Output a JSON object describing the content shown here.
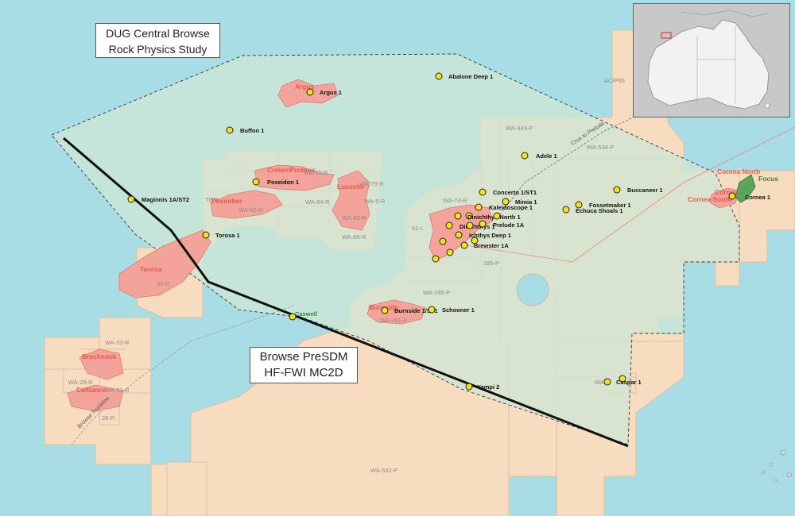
{
  "study_box": {
    "line1": "DUG Central Browse",
    "line2": "Rock Physics Study"
  },
  "survey_box": {
    "line1": "Browse PreSDM",
    "line2": "HF-FWI MC2D"
  },
  "wells": [
    {
      "name": "Abalone Deep 1"
    },
    {
      "name": "Argus 1"
    },
    {
      "name": "Buffon 1"
    },
    {
      "name": "Maginnis 1A/ST2"
    },
    {
      "name": "Poseidon 1"
    },
    {
      "name": "Torosa 1"
    },
    {
      "name": "Caswell"
    },
    {
      "name": "Burnside 1/ST1"
    },
    {
      "name": "Schooner 1"
    },
    {
      "name": "Yampi 2"
    },
    {
      "name": "Adele 1"
    },
    {
      "name": "Concerto 1/ST1"
    },
    {
      "name": "Mimia 1"
    },
    {
      "name": "Kaleidoscope 1"
    },
    {
      "name": "Dinichthys North 1"
    },
    {
      "name": "Dinichthys 1"
    },
    {
      "name": "Prelude 1A"
    },
    {
      "name": "Ichthys Deep 1"
    },
    {
      "name": "Brewster 1A"
    },
    {
      "name": "Buccaneer 1"
    },
    {
      "name": "Fossetmaker 1"
    },
    {
      "name": "Echuca Shoals 1"
    },
    {
      "name": "Cornea 1"
    },
    {
      "name": "Caspar 1"
    }
  ],
  "fields": [
    {
      "name": "Argus"
    },
    {
      "name": "Crown/Proteus"
    },
    {
      "name": "Poseidon"
    },
    {
      "name": "Lasseter"
    },
    {
      "name": "Torosa"
    },
    {
      "name": "Brecknock"
    },
    {
      "name": "Calliance"
    },
    {
      "name": "Burnside"
    },
    {
      "name": "Cornea North"
    },
    {
      "name": "Cornea South"
    },
    {
      "name": "Focus"
    },
    {
      "name": "Cornea"
    }
  ],
  "permits": [
    {
      "name": "WA-343-P"
    },
    {
      "name": "WA-534-P"
    },
    {
      "name": "AC/P65"
    },
    {
      "name": "WA-74-R"
    },
    {
      "name": "WA-285-P"
    },
    {
      "name": "WA-281-P"
    },
    {
      "name": "WA-532-P"
    },
    {
      "name": "WA-84-R"
    },
    {
      "name": "WA-92-R"
    },
    {
      "name": "WA-80-R"
    },
    {
      "name": "WA-86-R"
    },
    {
      "name": "TR/8"
    },
    {
      "name": "WA-28-R"
    },
    {
      "name": "WA-31-R"
    },
    {
      "name": "WA-33-R"
    },
    {
      "name": "30-R"
    },
    {
      "name": "28-R"
    },
    {
      "name": "285-P"
    },
    {
      "name": "51-L"
    },
    {
      "name": "WA-79-R"
    },
    {
      "name": "WA-5-R"
    },
    {
      "name": "WA-4"
    },
    {
      "name": "WA-35-R"
    }
  ],
  "pipelines": [
    {
      "name": "Crux to Prelude"
    },
    {
      "name": "Browse Trunkline"
    }
  ],
  "colors": {
    "sea": "#a8dde6",
    "permit": "#f7dcc0",
    "study_area": "#cfe7d6",
    "field": "#f3a39a",
    "field_label": "#e8594a",
    "well": "#f5e21a",
    "focus_field": "#5aa55c"
  }
}
